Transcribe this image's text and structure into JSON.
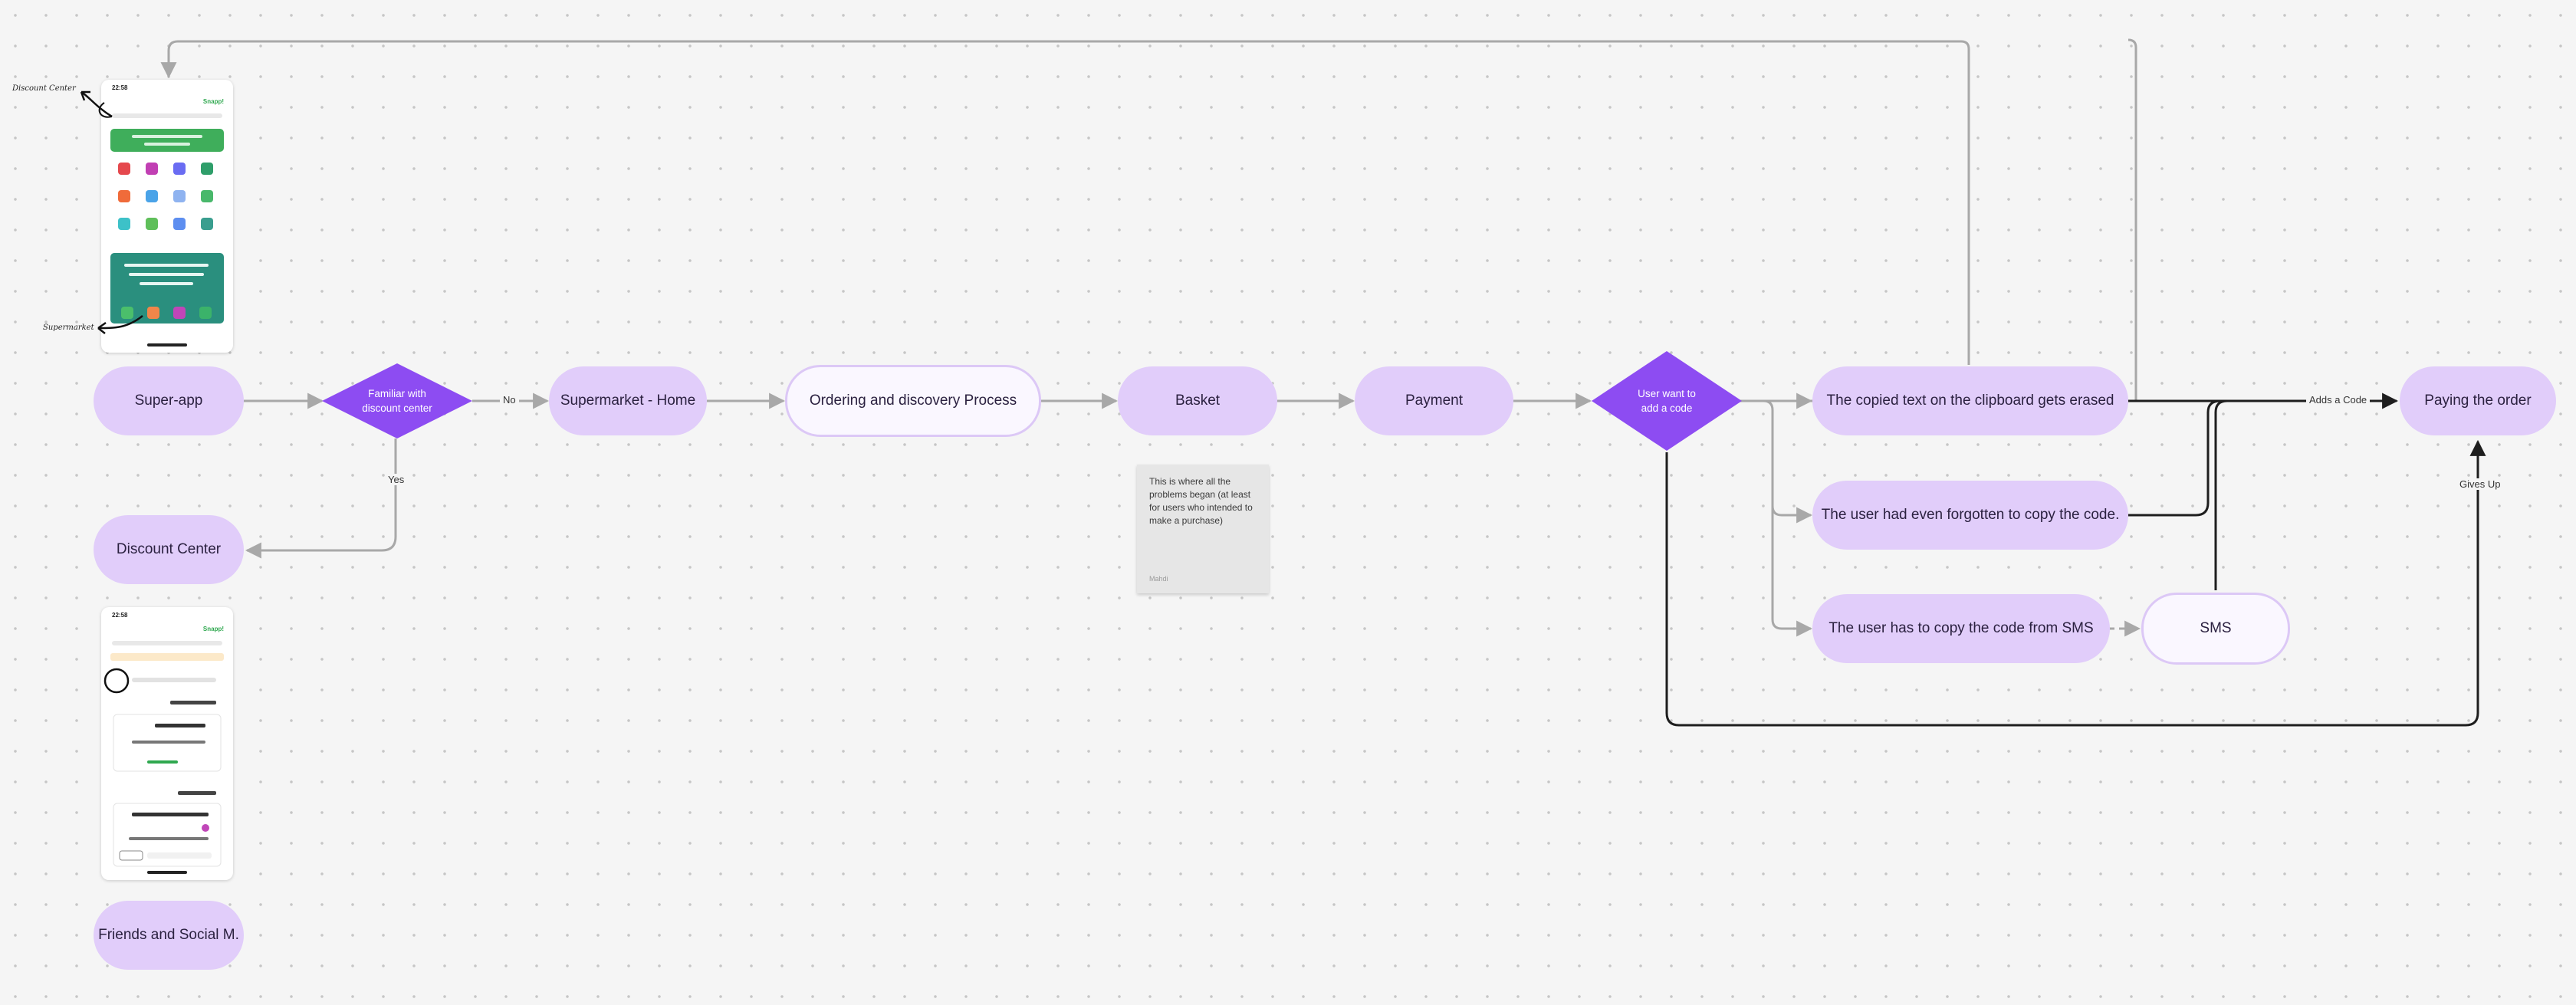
{
  "colors": {
    "pill_fill": "#e1cdfa",
    "diamond_fill": "#8d4cf2",
    "connector_gray": "#a8a8a8",
    "connector_dark": "#1e1e1e"
  },
  "nodes": {
    "super_app": "Super-app",
    "familiar": "Familiar with discount center",
    "supermarket_home": "Supermarket - Home",
    "ordering": "Ordering and discovery Process",
    "basket": "Basket",
    "payment": "Payment",
    "add_code": "User want to add a code",
    "clipboard_erased": "The copied text on the clipboard gets erased",
    "forgot_copy": "The user had even forgotten to copy the code.",
    "copy_sms": "The user has to copy the code from SMS",
    "sms": "SMS",
    "paying": "Paying the order",
    "discount_center": "Discount Center",
    "friends": "Friends and Social M."
  },
  "edge_labels": {
    "no": "No",
    "yes": "Yes",
    "adds_code": "Adds a Code",
    "gives_up": "Gives Up"
  },
  "sticky": {
    "text": "This is where all the problems began (at least for users who intended to make a purchase)",
    "author": "Mahdi"
  },
  "annotations": {
    "discount_center": "Discount Center",
    "supermarket": "Supermarket"
  },
  "phones": {
    "status_time_1": "22:58",
    "status_time_2": "22:58",
    "brand": "Snapp!"
  }
}
